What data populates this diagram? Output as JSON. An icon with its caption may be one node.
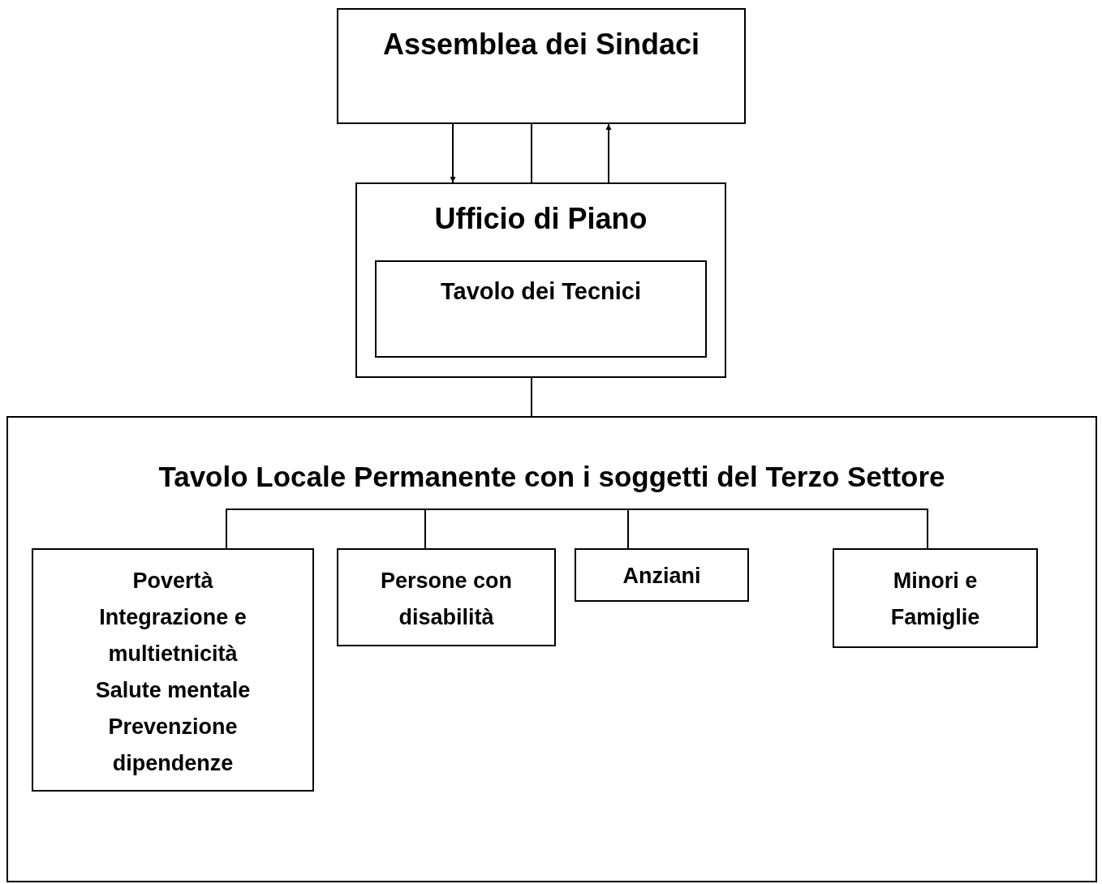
{
  "diagram": {
    "nodes": [
      {
        "text": [
          "Assemblea dei Sindaci"
        ]
      },
      {
        "text": [
          "Ufficio di Piano"
        ]
      },
      {
        "text": [
          "Tavolo dei Tecnici"
        ],
        "in": 1
      },
      {
        "text": [
          "Tavolo Locale Permanente con i soggetti del Terzo Settore"
        ]
      },
      {
        "text": [
          "Povertà",
          "Integrazione e multietnicità",
          "Salute mentale",
          "Prevenzione dipendenze"
        ],
        "in": 3
      },
      {
        "text": [
          "Persone con disabilità"
        ],
        "in": 3
      },
      {
        "text": [
          "Anziani"
        ],
        "in": 3
      },
      {
        "text": [
          "Minori e Famiglie"
        ],
        "in": 3
      }
    ],
    "edges": [
      {
        "from": 0,
        "to": 1,
        "arrow": "none"
      },
      {
        "from": 0,
        "to": 1,
        "arrow": "to"
      },
      {
        "from": 1,
        "to": 0,
        "arrow": "to"
      },
      {
        "from": 1,
        "to": 3,
        "arrow": "none"
      },
      {
        "from": null,
        "to": 4,
        "arrow": "none"
      },
      {
        "from": null,
        "to": 5,
        "arrow": "none"
      },
      {
        "from": null,
        "to": 6,
        "arrow": "none"
      },
      {
        "from": null,
        "to": 7,
        "arrow": "none"
      }
    ]
  }
}
